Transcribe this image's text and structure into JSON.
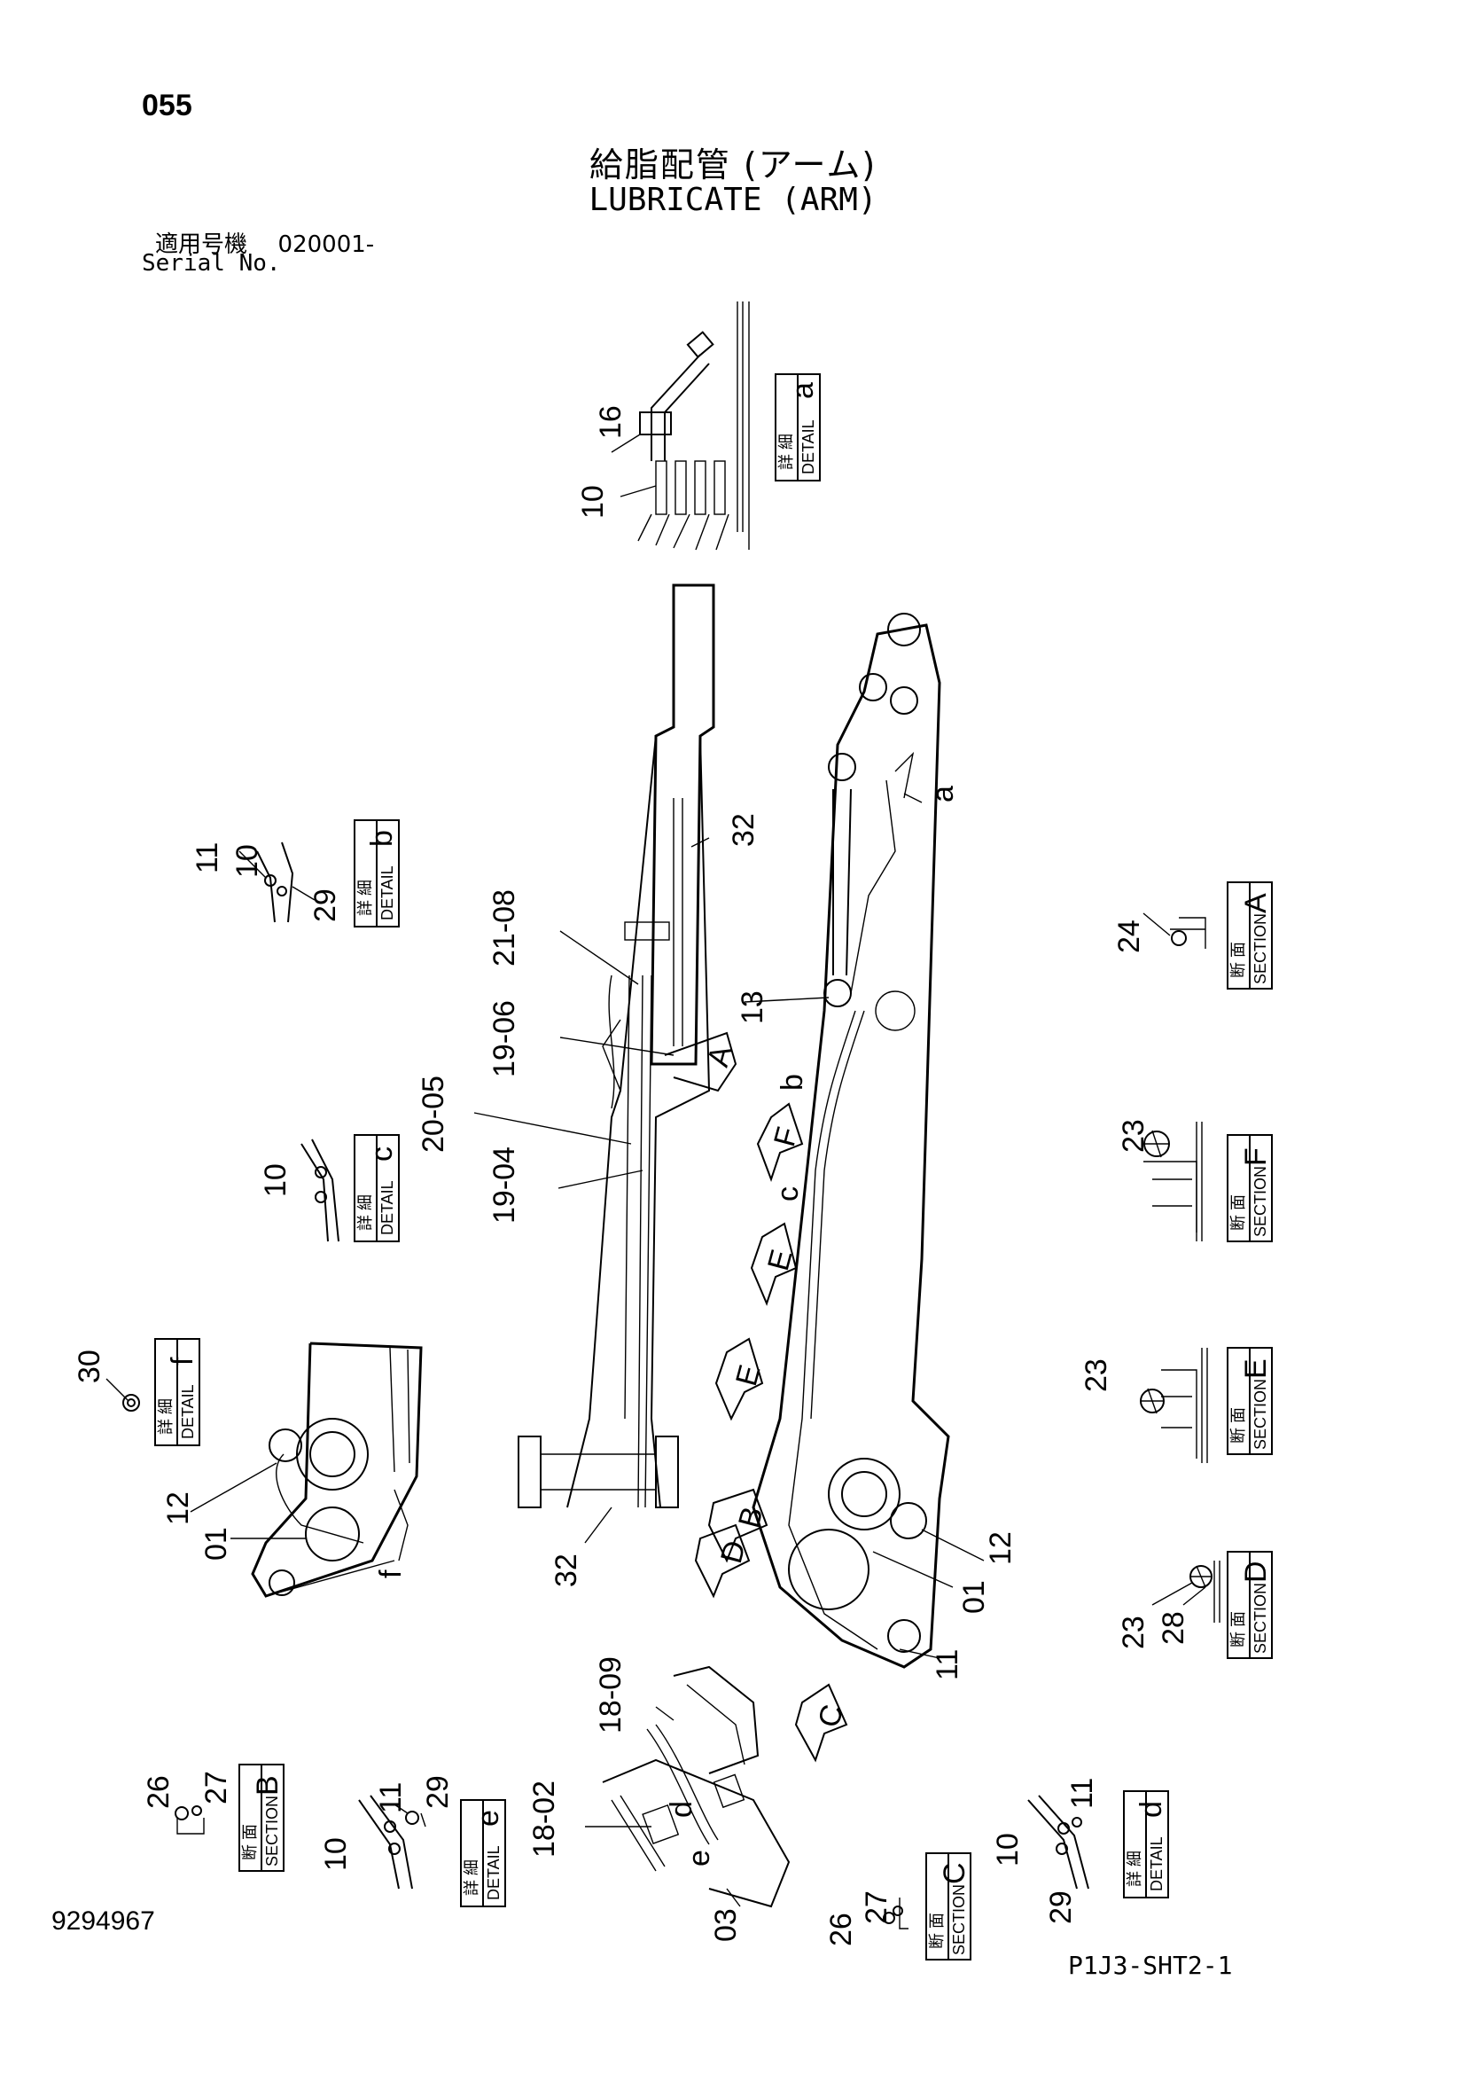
{
  "header": {
    "page_number": "055",
    "title_jp": "給脂配管 (アーム)",
    "title_en": "LUBRICATE (ARM)",
    "serial_label_jp": "適用号機",
    "serial_value": "020001-",
    "serial_label_en": "Serial No."
  },
  "footer": {
    "doc_number": "9294967",
    "sheet_code": "P1J3-SHT2-1"
  },
  "boxes": {
    "detail_jp": "詳 細",
    "detail_en": "DETAIL",
    "section_jp": "断 面",
    "section_en": "SECTION"
  },
  "box_letters": {
    "a": "a",
    "b": "b",
    "c": "c",
    "d": "d",
    "e": "e",
    "f": "f",
    "A": "A",
    "B": "B",
    "C": "C",
    "D": "D",
    "E": "E",
    "F": "F"
  },
  "part_labels": {
    "p16": "16",
    "p10a": "10",
    "p10b": "10",
    "p11b": "11",
    "p29b": "29",
    "p10c": "10",
    "p30": "30",
    "p12l": "12",
    "p01l": "01",
    "p21_08": "21-08",
    "p19_06": "19-06",
    "p20_05": "20-05",
    "p19_04": "19-04",
    "p32a": "32",
    "p32b": "32",
    "p13": "13",
    "p12r": "12",
    "p01r": "01",
    "p11r": "11",
    "p24": "24",
    "p23f": "23",
    "p23e": "23",
    "p23d": "23",
    "p28": "28",
    "p26b": "26",
    "p27b": "27",
    "p11e": "11",
    "p29e": "29",
    "p10e": "10",
    "p18_09": "18-09",
    "p18_02": "18-02",
    "p03": "03",
    "p26c": "26",
    "p27c": "27",
    "p10d": "10",
    "p11d": "11",
    "p29d": "29"
  },
  "arrow_letters": {
    "A": "A",
    "B": "B",
    "C": "C",
    "D": "D",
    "E": "E",
    "F": "F",
    "a": "a",
    "b": "b",
    "c": "c",
    "d": "d",
    "e": "e",
    "f": "f"
  }
}
